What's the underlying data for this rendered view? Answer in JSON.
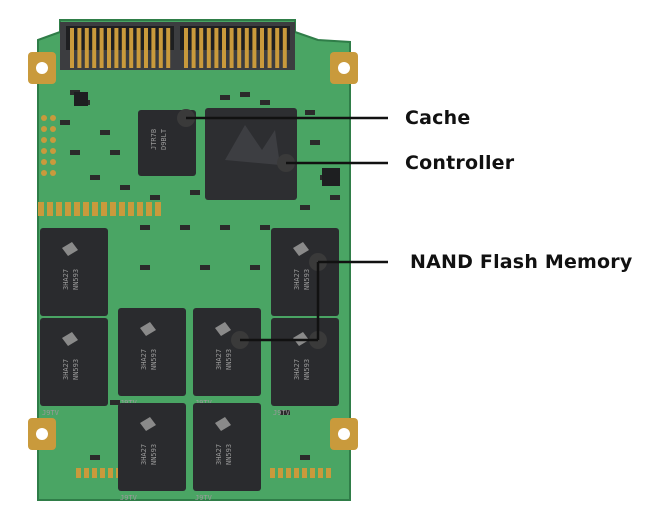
{
  "callouts": {
    "cache": "Cache",
    "controller": "Controller",
    "nand": "NAND Flash Memory"
  },
  "chip_markings": {
    "cache_chip": [
      "JTR7B",
      "D9BLT"
    ],
    "nand_chip": [
      "3HA27",
      "NN593"
    ],
    "nand_footer": "J9TV"
  },
  "colors": {
    "pcb": "#4aa564",
    "pcb_dark": "#2f7d48",
    "chip": "#2a2b2e",
    "gold": "#c99a3c",
    "leader": "#111111",
    "marker": "#3a3a3a"
  }
}
